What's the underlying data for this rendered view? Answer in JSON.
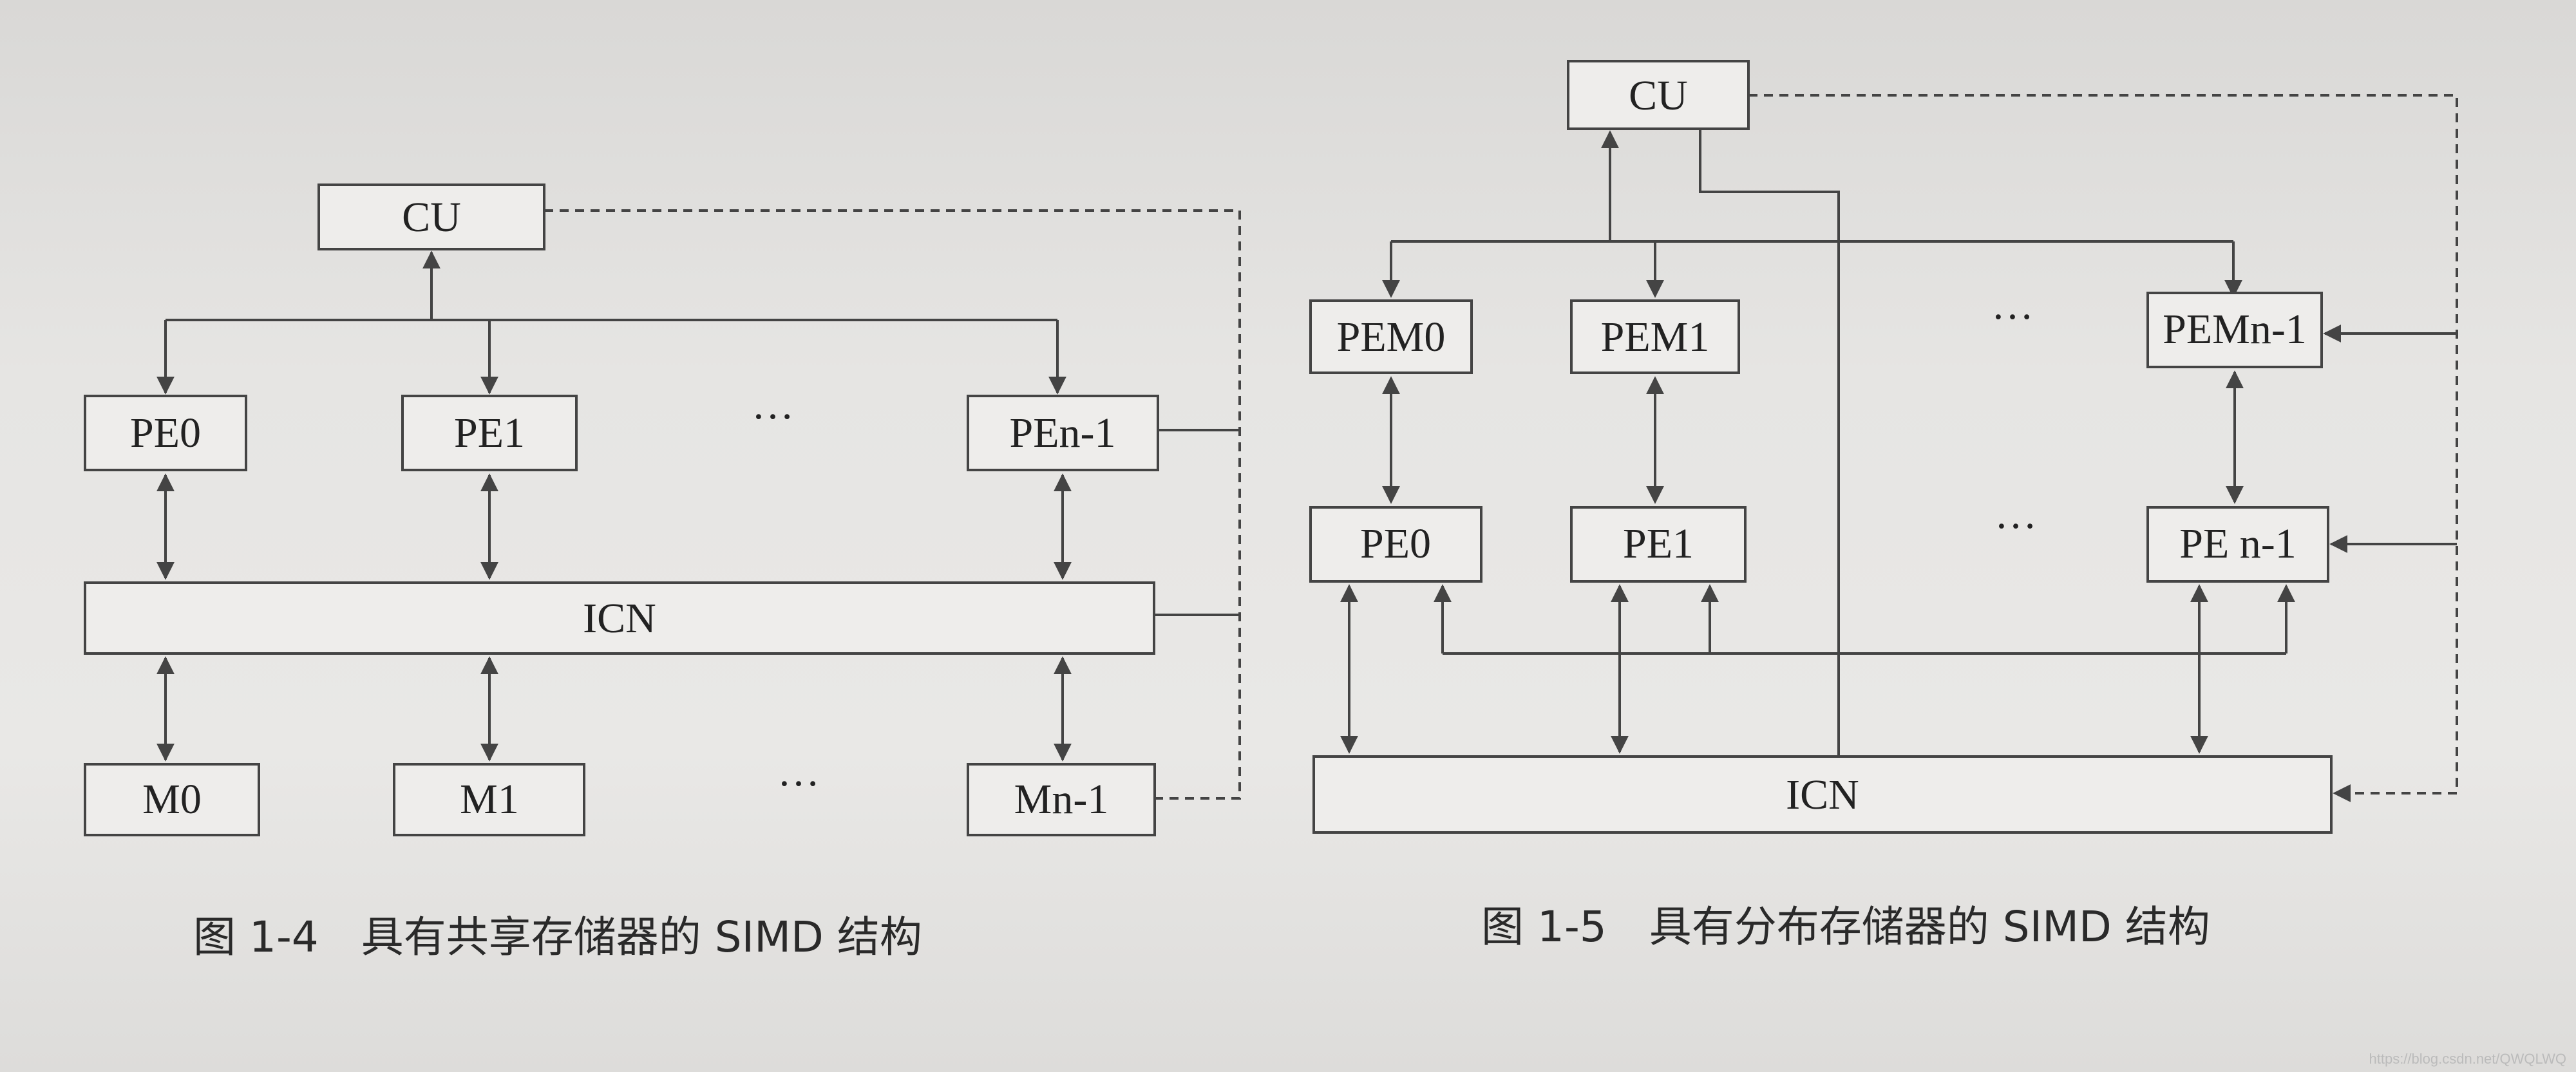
{
  "fig4": {
    "cu": "CU",
    "pe": [
      "PE0",
      "PE1",
      "PEn-1"
    ],
    "icn": "ICN",
    "m": [
      "M0",
      "M1",
      "Mn-1"
    ],
    "ellipsis": "…",
    "caption": "图 1-4　具有共享存储器的 SIMD 结构"
  },
  "fig5": {
    "cu": "CU",
    "pem": [
      "PEM0",
      "PEM1",
      "PEMn-1"
    ],
    "pe": [
      "PE0",
      "PE1",
      "PE n-1"
    ],
    "icn": "ICN",
    "ellipsis": "…",
    "caption": "图 1-5　具有分布存储器的 SIMD 结构"
  },
  "watermark": "https://blog.csdn.net/QWQLWQ"
}
